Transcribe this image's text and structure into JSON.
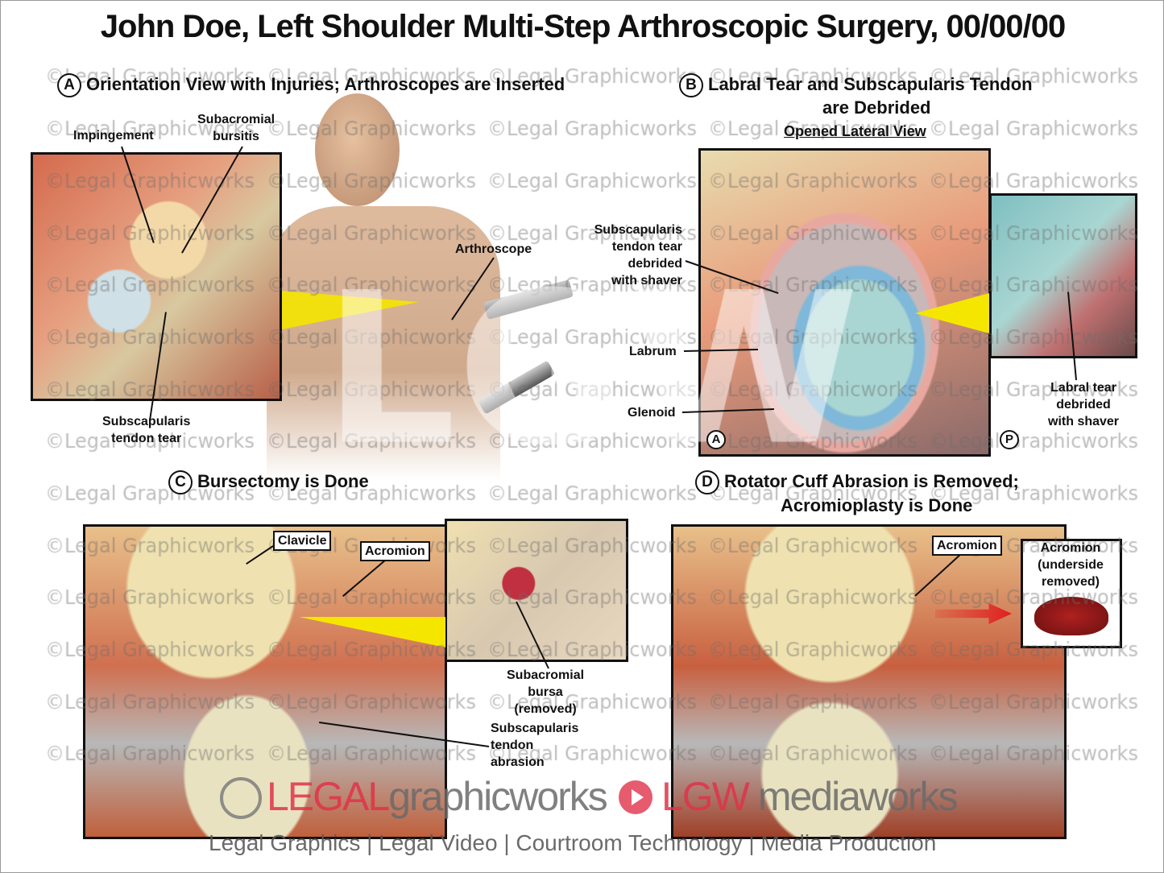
{
  "title": "John Doe, Left Shoulder Multi-Step Arthroscopic Surgery, 00/00/00",
  "watermark": "©Legal Graphicworks",
  "panels": {
    "a": {
      "letter": "A",
      "heading": "Orientation View with Injuries; Arthroscopes are Inserted",
      "labels": {
        "impingement": "Impingement",
        "subacromial_bursitis": [
          "Subacromial",
          "bursitis"
        ],
        "subscapularis_tendon_tear": [
          "Subscapularis",
          "tendon tear"
        ],
        "arthroscope": "Arthroscope",
        "subscap_debrided": [
          "Subscapularis",
          "tendon tear",
          "debrided",
          "with shaver"
        ],
        "labrum": "Labrum",
        "glenoid": "Glenoid"
      }
    },
    "b": {
      "letter": "B",
      "heading": [
        "Labral Tear and Subscapularis Tendon",
        "are Debrided"
      ],
      "subheading": "Opened Lateral View",
      "labels": {
        "labral_tear": [
          "Labral tear",
          "debrided",
          "with shaver"
        ],
        "anterior": "A",
        "posterior": "P"
      }
    },
    "c": {
      "letter": "C",
      "heading": "Bursectomy is Done",
      "labels": {
        "clavicle": "Clavicle",
        "acromion": "Acromion",
        "subacromial_bursa": [
          "Subacromial",
          "bursa",
          "(removed)"
        ],
        "subscap_abrasion": [
          "Subscapularis",
          "tendon",
          "abrasion"
        ]
      }
    },
    "d": {
      "letter": "D",
      "heading": [
        "Rotator Cuff Abrasion is Removed;",
        "Acromioplasty is Done"
      ],
      "labels": {
        "acromion": "Acromion",
        "acromion_removed": [
          "Acromion",
          "(underside",
          "removed)"
        ]
      }
    }
  },
  "logo": {
    "legal": "LEGAL",
    "graphicworks": "graphicworks",
    "lgw": "LGW",
    "mediaworks": "mediaworks",
    "center_mark": "LGW"
  },
  "tagline": "Legal Graphics | Legal Video | Courtroom Technology | Media Production",
  "colors": {
    "pointer": "#f5e600",
    "brand_red": "#e0334a",
    "tissue": "#d9866a",
    "bone": "#e8dcae",
    "glenoid": "#a9d6d2"
  }
}
